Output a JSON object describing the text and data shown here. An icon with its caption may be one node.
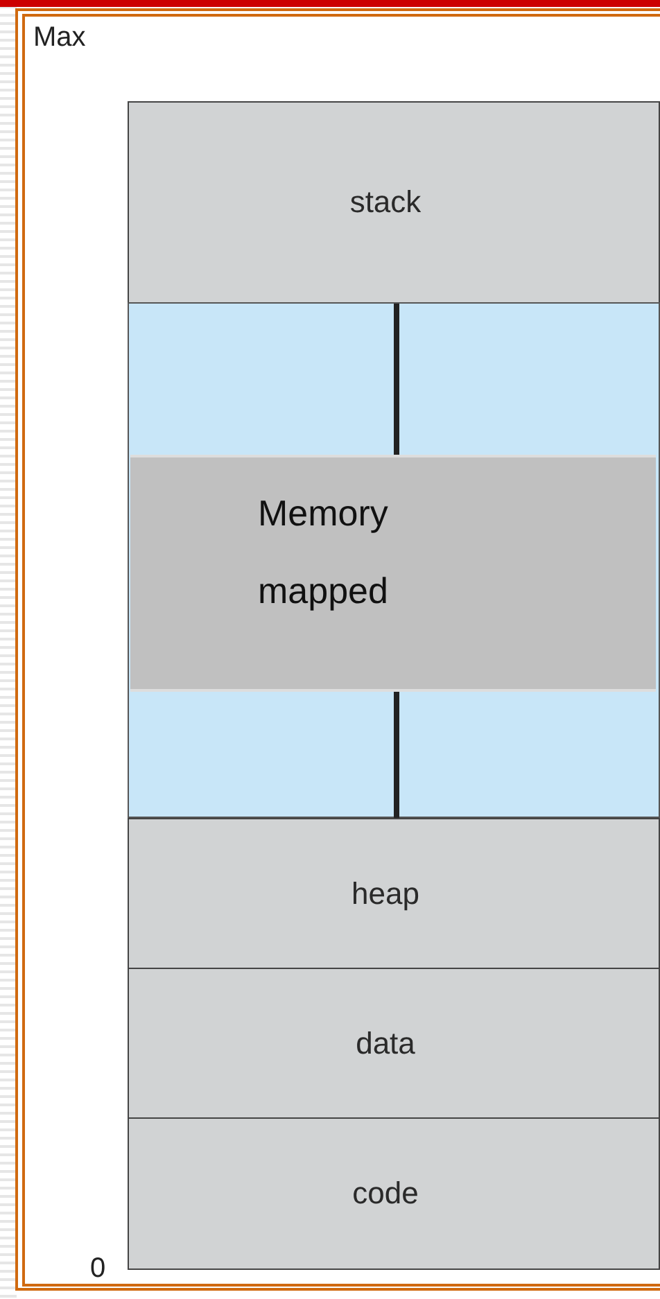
{
  "diagram": {
    "nodes": [
      {
        "text": [
          "stack"
        ]
      },
      {
        "text": [],
        "shape": "box"
      },
      {
        "text": [
          "Memory mapped"
        ],
        "in": 1
      },
      {
        "text": [
          "heap"
        ]
      },
      {
        "text": [
          "data"
        ]
      },
      {
        "text": [
          "code"
        ]
      }
    ],
    "edges": [
      {
        "from": 0,
        "to": 2,
        "arrow": "none"
      },
      {
        "from": 2,
        "to": 3,
        "arrow": "none"
      }
    ],
    "labels": [
      "Max",
      "0"
    ]
  }
}
